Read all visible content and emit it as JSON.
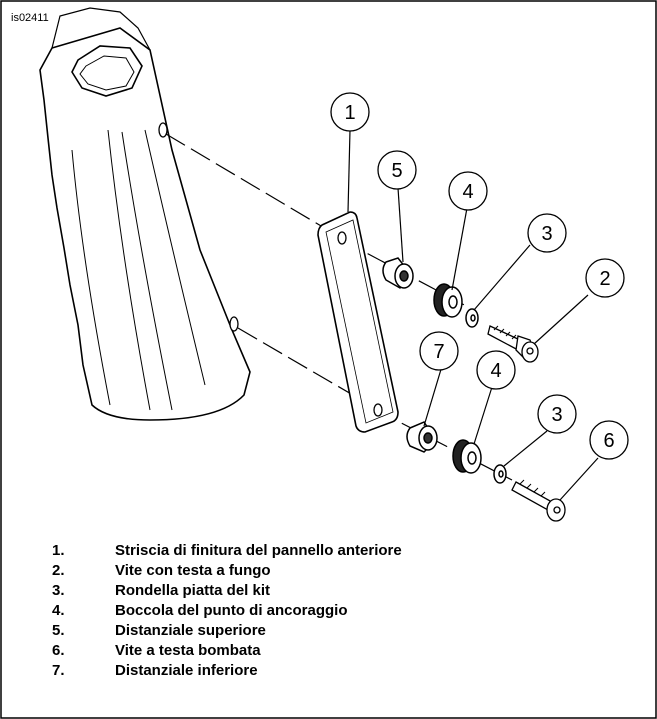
{
  "figure_id": "is02411",
  "callouts": [
    "1",
    "5",
    "4",
    "3",
    "2",
    "7",
    "4",
    "3",
    "6"
  ],
  "legend": [
    {
      "num": "1.",
      "text": "Striscia di finitura del pannello anteriore"
    },
    {
      "num": "2.",
      "text": "Vite con testa a fungo"
    },
    {
      "num": "3.",
      "text": "Rondella piatta del kit"
    },
    {
      "num": "4.",
      "text": "Boccola del punto di ancoraggio"
    },
    {
      "num": "5.",
      "text": "Distanziale superiore"
    },
    {
      "num": "6.",
      "text": "Vite a testa bombata"
    },
    {
      "num": "7.",
      "text": "Distanziale inferiore"
    }
  ]
}
